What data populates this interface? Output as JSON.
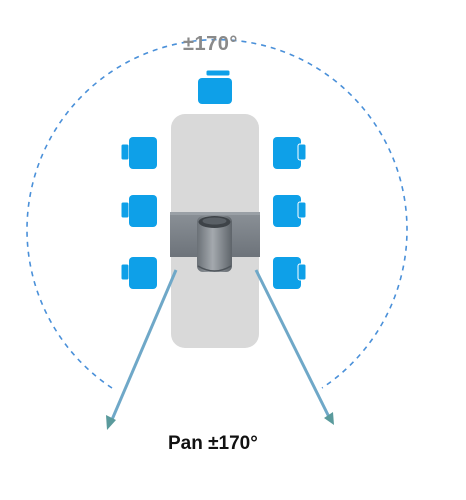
{
  "diagram": {
    "top_label": "±170°",
    "bottom_label": "Pan ±170°",
    "elements": {
      "arc": "dashed-rotation-arc",
      "table": "conference-table",
      "device": "pan-tilt-camera-mount",
      "chairs": [
        "chair-top",
        "chair-left-1",
        "chair-left-2",
        "chair-left-3",
        "chair-right-1",
        "chair-right-2",
        "chair-right-3"
      ],
      "arrows": [
        "left-field-arrow",
        "right-field-arrow"
      ]
    }
  },
  "colors": {
    "arc": "#4a90d9",
    "chair": "#0ea0e8",
    "chair_stroke": "#ffffff",
    "table": "#d9d9d9",
    "plate": "#7f858c",
    "cylinder": "#8e9399",
    "arrow": "#6fa8c8",
    "arrow_head": "#5a9a9c",
    "top_label": "#8a8a8a",
    "bottom_label": "#111111"
  }
}
